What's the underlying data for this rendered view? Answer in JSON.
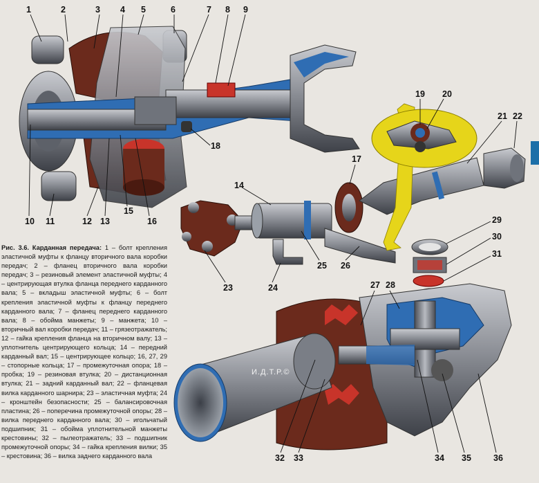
{
  "figure": {
    "caption_label": "Рис. 3.6. Карданная передача:",
    "caption_text": "1 – болт крепления эластичной муфты к фланцу вторичного вала коробки передач; 2 – фланец вторичного вала коробки передач; 3 – резиновый элемент эластичной муфты; 4 – центрирующая втулка фланца переднего карданного вала; 5 – вкладыш эластичной муфты; 6 – болт крепления эластичной муфты к фланцу переднего карданного вала; 7 – фланец переднего карданного вала; 8 – обойма манжеты; 9 – манжета; 10 – вторичный вал коробки передач; 11 – грязеотражатель; 12 – гайка крепления фланца на вторичном валу; 13 – уплотнитель центрирующего кольца; 14 – передний карданный вал; 15 – центрирующее кольцо; 16, 27, 29 – стопорные кольца; 17 – промежуточная опора; 18 – пробка; 19 – резиновая втулка; 20 – дистанционная втулка; 21 – задний карданный вал; 22 – фланцевая вилка карданного шарнира; 23 – эластичная муфта; 24 – кронштейн безопасности; 25 – балансировочная пластина; 26 – поперечина промежуточной опоры; 28 – вилка переднего карданного вала; 30 – игольчатый подшипник; 31 – обойма уплотнительной манжеты крестовины; 32 – пылеотражатель; 33 – подшипник промежуточной опоры; 34 – гайка крепления вилки; 35 – крестовина; 36 – вилка заднего карданного вала",
    "watermark": "И.Д.Т.Р.©"
  },
  "callouts": [
    "1",
    "2",
    "3",
    "4",
    "5",
    "6",
    "7",
    "8",
    "9",
    "10",
    "11",
    "12",
    "13",
    "14",
    "15",
    "16",
    "17",
    "18",
    "19",
    "20",
    "21",
    "22",
    "23",
    "24",
    "25",
    "26",
    "27",
    "28",
    "29",
    "30",
    "31",
    "32",
    "33",
    "34",
    "35",
    "36"
  ],
  "colors": {
    "background": "#e9e6e1",
    "metal": "#8c8f96",
    "metal_dark": "#4a4d55",
    "section_blue": "#2f6db3",
    "rubber_brown": "#6b2a1c",
    "spring_red": "#c8342a",
    "pointer_yellow": "#e6d51a",
    "tab_blue": "#1c6fa8"
  }
}
